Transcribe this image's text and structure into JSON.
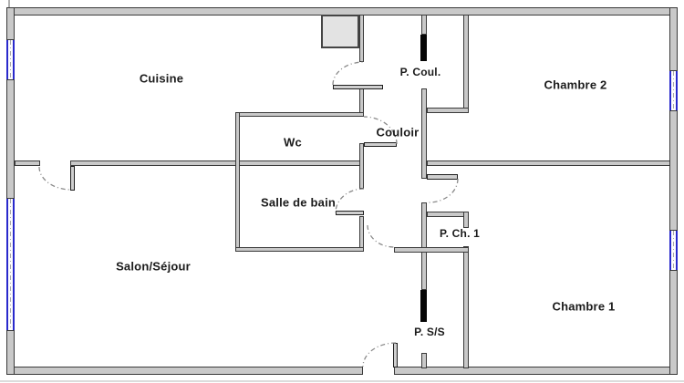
{
  "plan": {
    "type": "apartment-floor-plan",
    "rooms": [
      {
        "name": "cuisine",
        "label": "Cuisine"
      },
      {
        "name": "chambre-2",
        "label": "Chambre 2"
      },
      {
        "name": "wc",
        "label": "Wc"
      },
      {
        "name": "couloir",
        "label": "Couloir"
      },
      {
        "name": "salle-de-bain",
        "label": "Salle de bain"
      },
      {
        "name": "salon-sejour",
        "label": "Salon/Séjour"
      },
      {
        "name": "chambre-1",
        "label": "Chambre 1"
      }
    ],
    "door_labels": [
      {
        "name": "p-coul",
        "label": "P. Coul."
      },
      {
        "name": "p-ch-1",
        "label": "P. Ch. 1"
      },
      {
        "name": "p-s-s",
        "label": "P. S/S"
      }
    ],
    "counts": {
      "windows": 4,
      "sliding_doors": 2,
      "swing_doors": 7
    },
    "colors": {
      "background": "#ffffff",
      "wall_fill": "#c9c9c9",
      "wall_outline": "#3a3a3a",
      "window_accent": "#2929cc",
      "sliding_door": "#050505",
      "shaft_fill": "#e3e3e3",
      "door_arc": "#8a8a8a"
    }
  }
}
